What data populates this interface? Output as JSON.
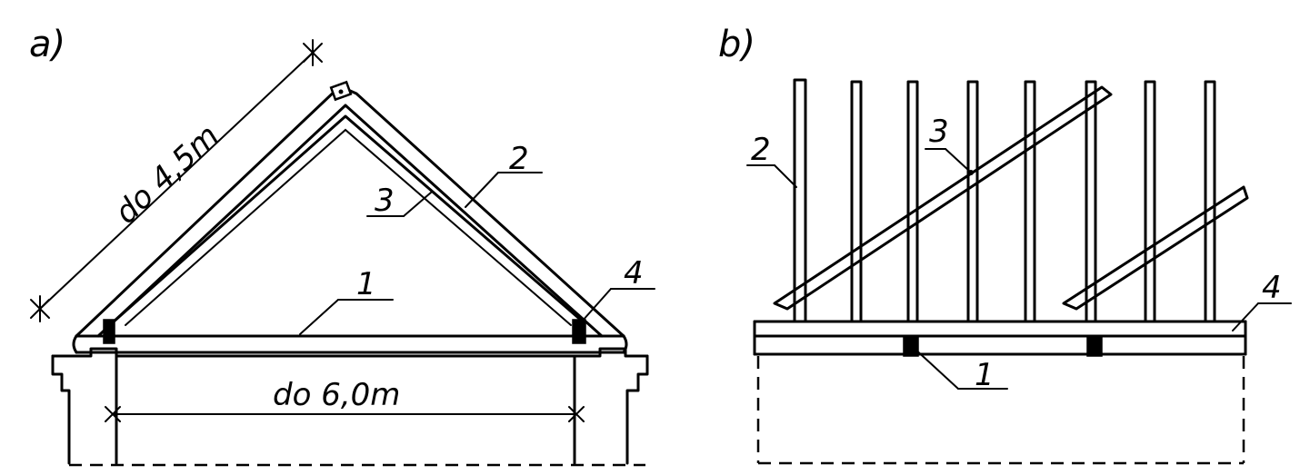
{
  "panel_a": {
    "label": "a)",
    "dimension_slope": "do 4,5m",
    "dimension_span": "do 6,0m",
    "callouts": {
      "one": "1",
      "two": "2",
      "three": "3",
      "four": "4"
    }
  },
  "panel_b": {
    "label": "b)",
    "callouts": {
      "one": "1",
      "two": "2",
      "three": "3",
      "four": "4"
    }
  }
}
